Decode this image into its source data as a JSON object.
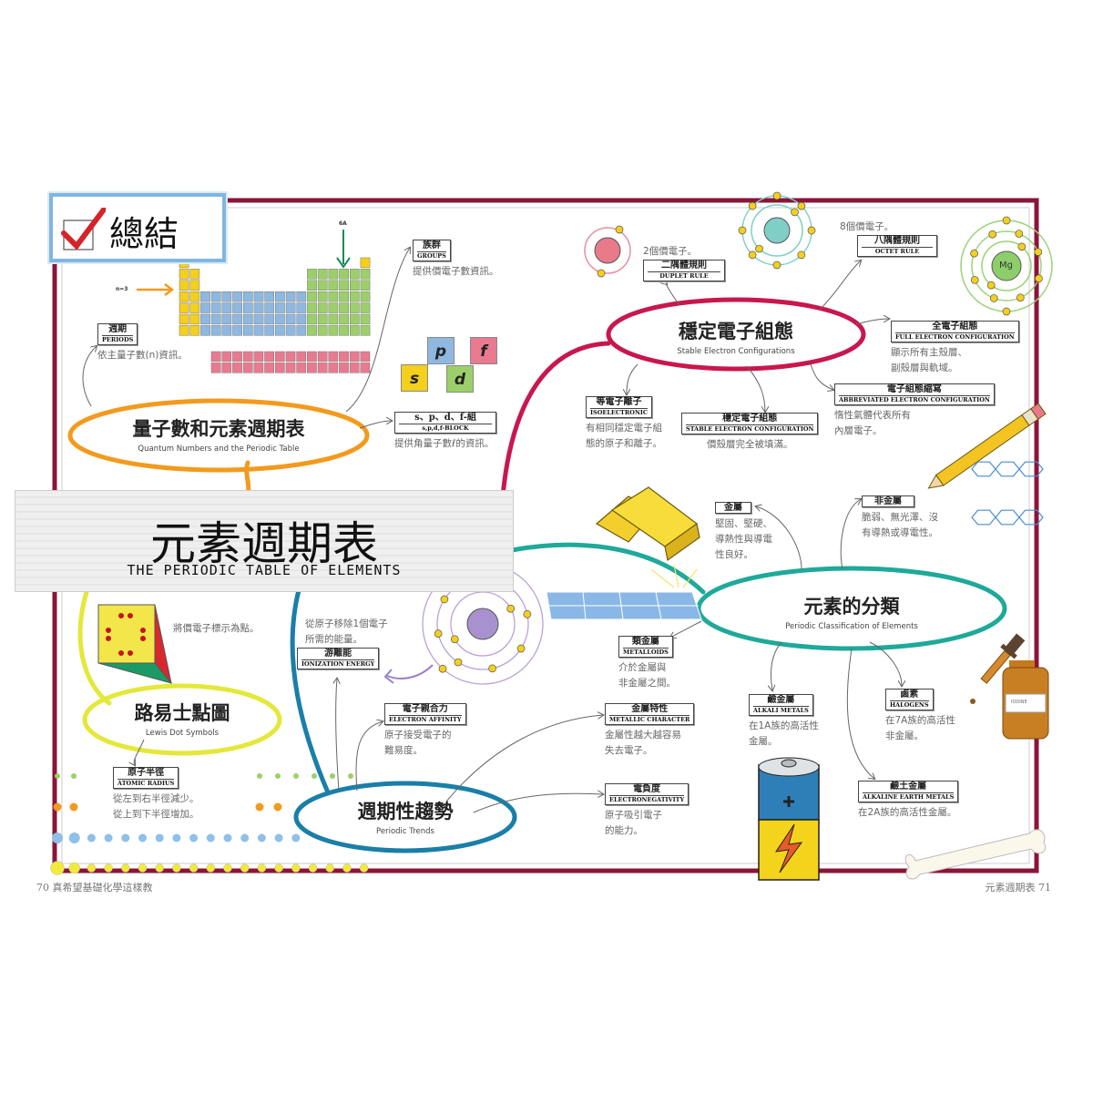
{
  "summary_title": "總結",
  "banner": {
    "zh": "元素週期表",
    "en": "THE PERIODIC TABLE OF ELEMENTS"
  },
  "hubs": {
    "quantum": {
      "zh": "量子數和元素週期表",
      "en": "Quantum Numbers and the Periodic Table"
    },
    "stable": {
      "zh": "穩定電子組態",
      "en": "Stable Electron Configurations"
    },
    "classification": {
      "zh": "元素的分類",
      "en": "Periodic Classification of Elements"
    },
    "lewis": {
      "zh": "路易士點圖",
      "en": "Lewis Dot Symbols"
    },
    "trends": {
      "zh": "週期性趨勢",
      "en": "Periodic Trends"
    }
  },
  "nodes": {
    "periods": {
      "zh": "週期",
      "en": "PERIODS",
      "desc": "依主量子數(n)資訊。"
    },
    "groups": {
      "zh": "族群",
      "en": "GROUPS",
      "desc": "提供價電子數資訊。"
    },
    "blocks": {
      "zh": "s、p、d、f-組",
      "en": "s,p,d,f-BLOCK",
      "desc": "提供角量子數ℓ的資訊。"
    },
    "duplet": {
      "zh": "二隅體規則",
      "en": "DUPLET RULE",
      "pre": "2個價電子。"
    },
    "octet": {
      "zh": "八隅體規則",
      "en": "OCTET RULE",
      "pre": "8個價電子。"
    },
    "full": {
      "zh": "全電子組態",
      "en": "FULL ELECTRON CONFIGURATION",
      "desc": "顯示所有主殼層、\n副殼層與軌域。"
    },
    "abbrev": {
      "zh": "電子組態縮寫",
      "en": "ABBREVIATED ELECTRON CONFIGURATION",
      "desc": "惰性氣體代表所有\n內層電子。"
    },
    "isoelectronic": {
      "zh": "等電子離子",
      "en": "ISOELECTRONIC",
      "desc": "有相同穩定電子組\n態的原子和離子。"
    },
    "stable_config": {
      "zh": "穩定電子組態",
      "en": "STABLE ELECTRON CONFIGURATION",
      "desc": "價殼層完全被填滿。"
    },
    "metals": {
      "zh": "金屬",
      "desc": "堅固、堅硬、\n導熱性與導電\n性良好。"
    },
    "nonmetals": {
      "zh": "非金屬",
      "desc": "脆弱、無光澤、沒\n有導熱或導電性。"
    },
    "metalloids": {
      "zh": "類金屬",
      "en": "METALLOIDS",
      "desc": "介於金屬與\n非金屬之間。"
    },
    "alkali": {
      "zh": "鹼金屬",
      "en": "ALKALI METALS",
      "desc": "在1A族的高活性\n金屬。"
    },
    "halogens": {
      "zh": "鹵素",
      "en": "HALOGENS",
      "desc": "在7A族的高活性\n非金屬。"
    },
    "alkaline_earth": {
      "zh": "鹼土金屬",
      "en": "ALKALINE EARTH METALS",
      "desc": "在2A族的高活性金屬。"
    },
    "metallic": {
      "zh": "金屬特性",
      "en": "METALLIC CHARACTER",
      "desc": "金屬性越大越容易\n失去電子。"
    },
    "electronegativity": {
      "zh": "電負度",
      "en": "ELECTRONEGATIVITY",
      "desc": "原子吸引電子\n的能力。"
    },
    "affinity": {
      "zh": "電子親合力",
      "en": "ELECTRON AFFINITY",
      "desc": "原子接受電子的\n難易度。"
    },
    "ionization": {
      "zh": "游離能",
      "en": "IONIZATION ENERGY",
      "pre": "從原子移除1個電子\n所需的能量。"
    },
    "radius": {
      "zh": "原子半徑",
      "en": "ATOMIC RADIUS",
      "desc": "從左到右半徑減少。\n從上到下半徑增加。"
    },
    "lewis_note": {
      "desc": "將價電子標示為點。"
    }
  },
  "illustration_text": {
    "group_6a": "6A",
    "n3": "n=3",
    "mg": "Mg",
    "iodine": "IODINE",
    "s": "s",
    "p": "p",
    "d": "d",
    "f": "f"
  },
  "footer": {
    "left": "70  真希望基礎化學這樣教",
    "right": "元素週期表  71"
  },
  "colors": {
    "frame": "#8a1538",
    "orange": "#f39a1e",
    "crimson": "#c8174f",
    "teal": "#1fa99a",
    "yellow": "#e3e83a",
    "blue": "#1a7fa8",
    "s": "#f4cf1c",
    "p": "#9ccf6a",
    "d": "#8fb8e0",
    "f": "#e97a90"
  }
}
